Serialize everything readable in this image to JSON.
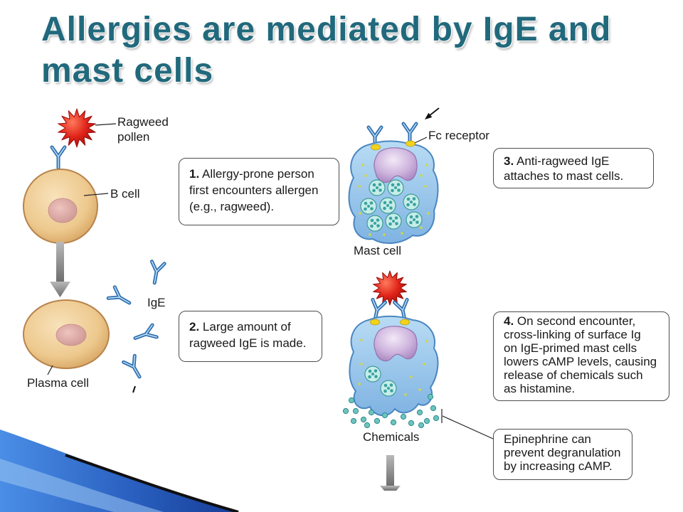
{
  "title": {
    "line1": "Allergies are mediated by IgE and",
    "line2": "mast cells"
  },
  "labels": {
    "ragweed_pollen": [
      "Ragweed",
      "pollen"
    ],
    "b_cell": "B cell",
    "ige": "IgE",
    "plasma_cell": "Plasma cell",
    "fc_receptor": "Fc receptor",
    "mast_cell": "Mast cell",
    "chemicals": "Chemicals"
  },
  "steps": [
    {
      "number": "1.",
      "lines": [
        "Allergy-prone person",
        "first encounters allergen",
        "(e.g., ragweed)."
      ]
    },
    {
      "number": "2.",
      "lines": [
        "Large amount of",
        "ragweed IgE is made."
      ]
    },
    {
      "number": "3.",
      "lines": [
        "Anti-ragweed IgE",
        "attaches to mast cells."
      ]
    },
    {
      "number": "4.",
      "lines": [
        "On second encounter,",
        "cross-linking of surface Ig",
        "on IgE-primed mast cells",
        "lowers cAMP levels, causing",
        "release of chemicals such",
        "as histamine."
      ]
    }
  ],
  "note": {
    "lines": [
      "Epinephrine can",
      "prevent degranulation",
      "by increasing cAMP."
    ]
  },
  "colors": {
    "title": "#21697c",
    "antibody": "#2e6fb0",
    "fc_receptor": "#f2d31b",
    "chemicals": "#6cc4c0",
    "pollen": "#e0241a",
    "mast_cell": "#8fc0ea",
    "b_cell": "#edc98e"
  },
  "icons": [
    "ragweed-pollen",
    "antibody",
    "b-cell",
    "plasma-cell",
    "mast-cell",
    "fc-receptor",
    "granule",
    "chemicals",
    "down-arrow"
  ]
}
